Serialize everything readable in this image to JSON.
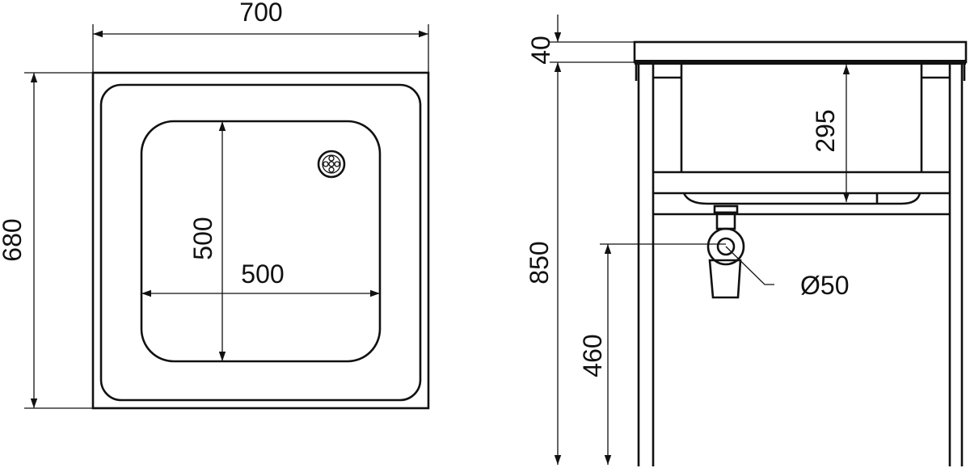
{
  "top_view": {
    "width_label": "700",
    "depth_label": "680",
    "basin_depth_label": "500",
    "basin_width_label": "500"
  },
  "side_view": {
    "rim_label": "40",
    "height_label": "850",
    "bowl_depth_label": "295",
    "drain_height_label": "460",
    "drain_diameter_label": "Ø50"
  },
  "colors": {
    "line": "#111111",
    "background": "#ffffff"
  }
}
